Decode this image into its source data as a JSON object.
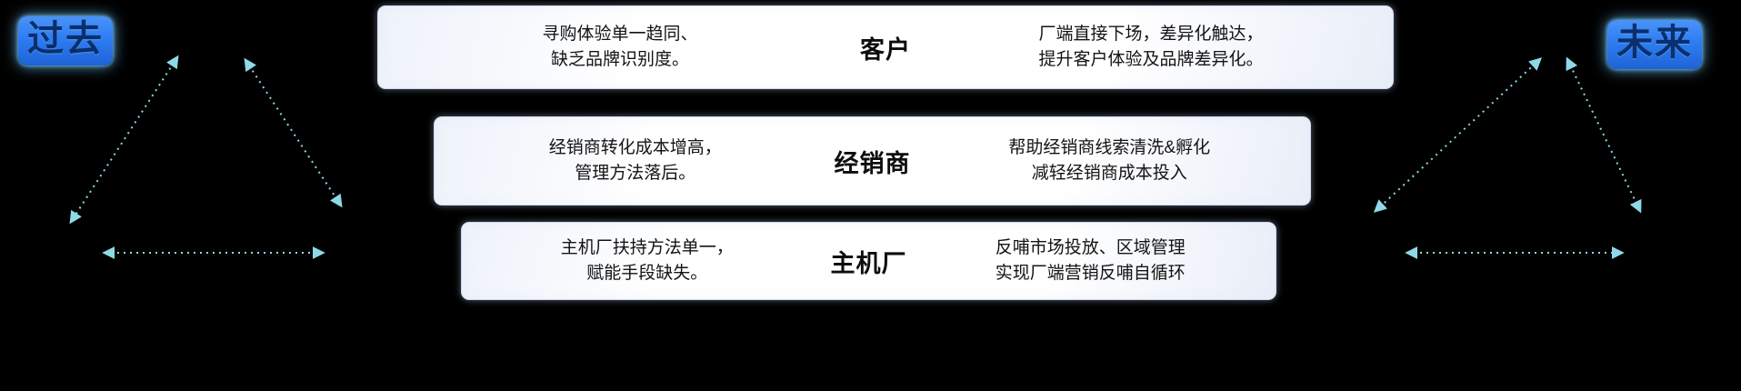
{
  "labels": {
    "past": "过去",
    "future": "未来"
  },
  "rows": [
    {
      "id": "customer",
      "left": "寻购体验单一趋同、\n缺乏品牌识别度。",
      "center": "客户",
      "right": "厂端直接下场，差异化触达，\n提升客户体验及品牌差异化。"
    },
    {
      "id": "dealer",
      "left": "经销商转化成本增高，\n管理方法落后。",
      "center": "经销商",
      "right": "帮助经销商线索清洗&孵化\n减轻经销商成本投入"
    },
    {
      "id": "oem",
      "left": "主机厂扶持方法单一，\n赋能手段缺失。",
      "center": "主机厂",
      "right": "反哺市场投放、区域管理\n实现厂端营销反哺自循环"
    }
  ],
  "icons": {
    "triangle_left": "dashed-double-arrow-triangle",
    "triangle_right": "dashed-double-arrow-triangle"
  },
  "colors": {
    "background": "#000000",
    "arrow": "#8fd9e6",
    "label_bg": "#2e7df2",
    "label_text": "#0a2f6e",
    "box_bg": "#ffffff"
  }
}
